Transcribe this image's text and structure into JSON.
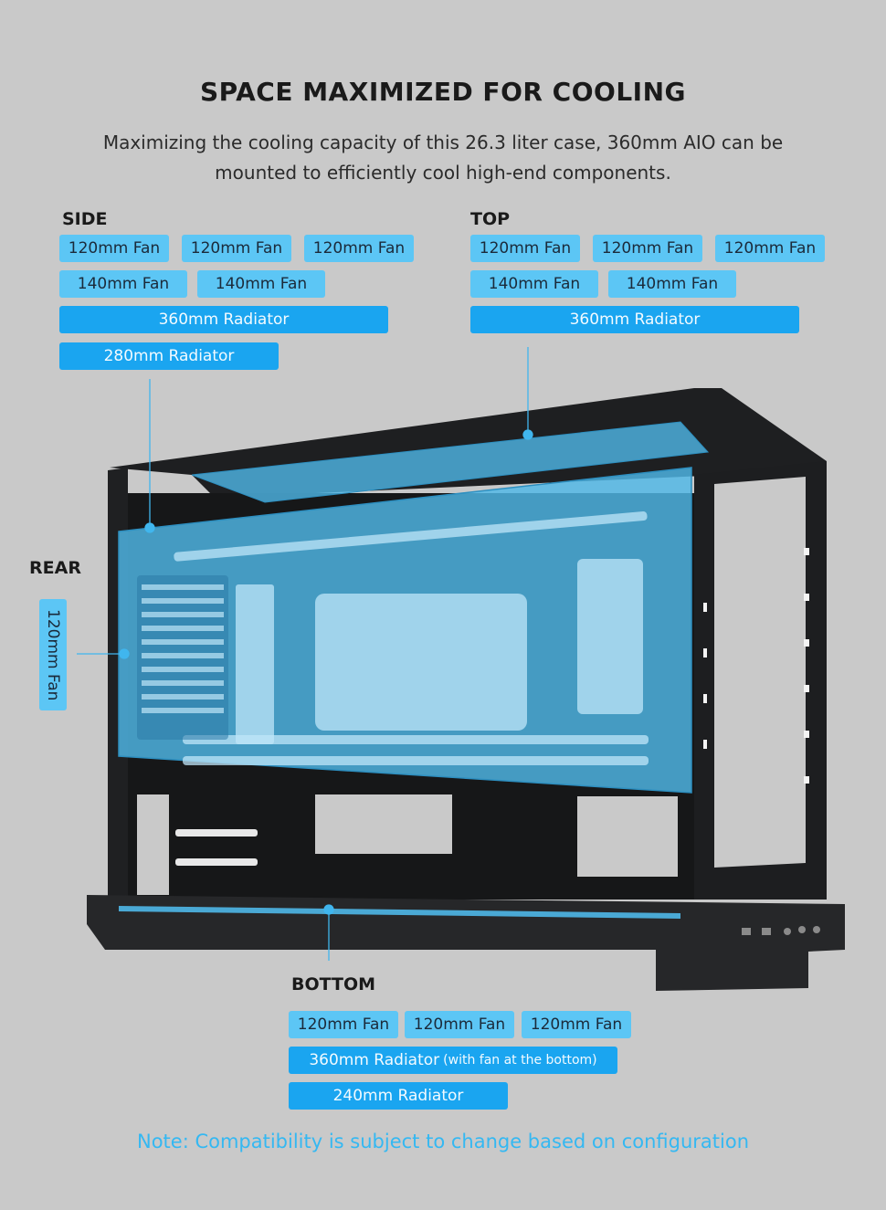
{
  "title": "SPACE MAXIMIZED FOR COOLING",
  "subtitle_line1": "Maximizing the cooling capacity of this 26.3 liter case, 360mm AIO can be",
  "subtitle_line2": "mounted to efficiently cool high-end components.",
  "side": {
    "label": "SIDE",
    "items": [
      "120mm Fan",
      "120mm Fan",
      "120mm Fan",
      "140mm Fan",
      "140mm Fan",
      "360mm Radiator",
      "280mm Radiator"
    ]
  },
  "top": {
    "label": "TOP",
    "items": [
      "120mm Fan",
      "120mm Fan",
      "120mm Fan",
      "140mm Fan",
      "140mm Fan",
      "360mm Radiator"
    ]
  },
  "rear": {
    "label": "REAR",
    "items": [
      "120mm Fan"
    ]
  },
  "bottom": {
    "label": "BOTTOM",
    "items": [
      "120mm Fan",
      "120mm Fan",
      "120mm Fan",
      "360mm Radiator",
      "240mm Radiator"
    ],
    "radiator_note": "(with fan at the bottom)"
  },
  "note": "Note: Compatibility is subject to change based on configuration",
  "colors": {
    "background": "#c9c9c9",
    "pill_light": "#5cc6f5",
    "pill_dark": "#1aa5f0",
    "note": "#34b8f2",
    "highlight": "#4fb8e8"
  }
}
